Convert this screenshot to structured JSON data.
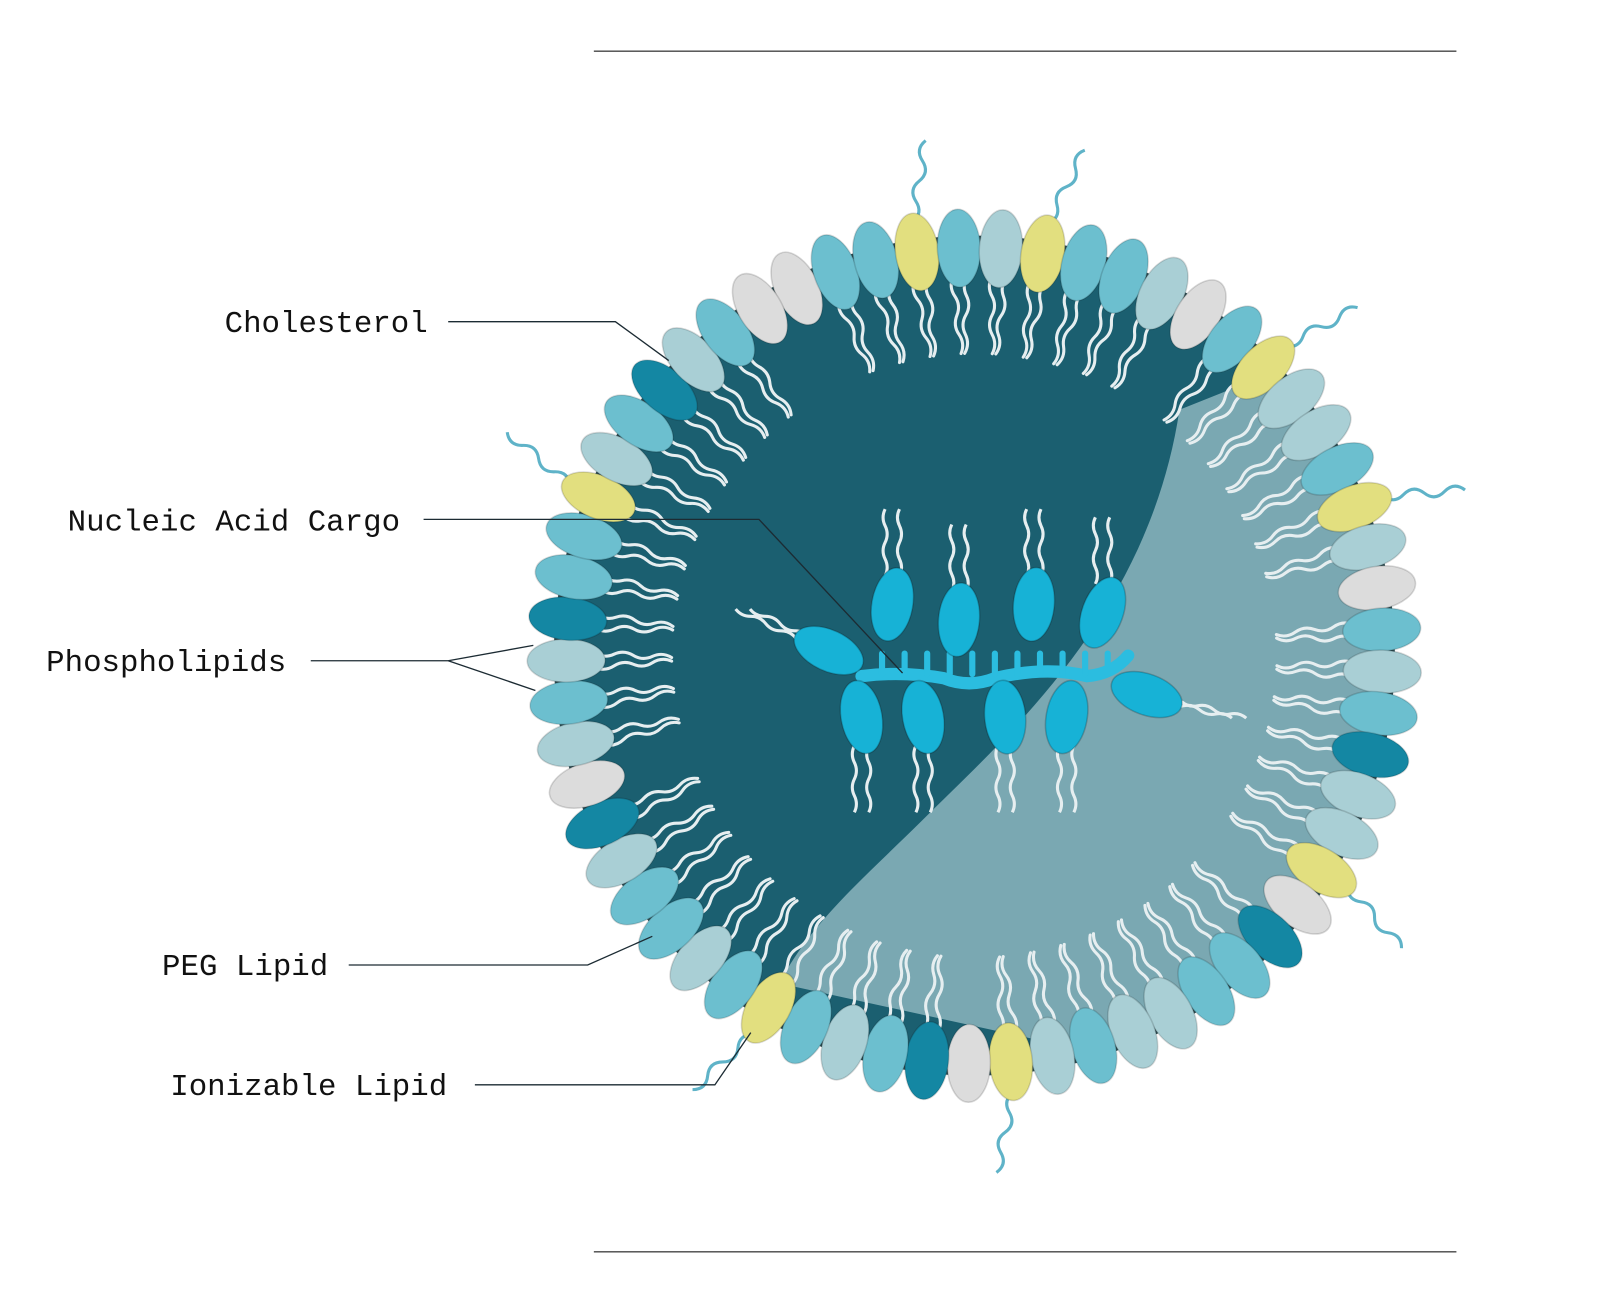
{
  "labels": {
    "cholesterol": "Cholesterol",
    "nucleic_acid_cargo": "Nucleic Acid Cargo",
    "phospholipids": "Phospholipids",
    "peg_lipid": "PEG Lipid",
    "ionizable_lipid": "Ionizable Lipid"
  },
  "colors": {
    "core_dark": "#1b5f70",
    "core_light": "#7aa8b2",
    "rim": "#2f4f55",
    "peg_lipid": "#e2df7f",
    "cholesterol": "#dcdcdc",
    "phospholipid_light": "#a9cfd5",
    "phospholipid_mid": "#6cbfcf",
    "ionizable_lipid": "#1487a3",
    "cargo": "#2bbde0",
    "cargo_lipid": "#17b2d6",
    "tail": "#e6eef0",
    "peg_chain": "#5fb3c8"
  }
}
